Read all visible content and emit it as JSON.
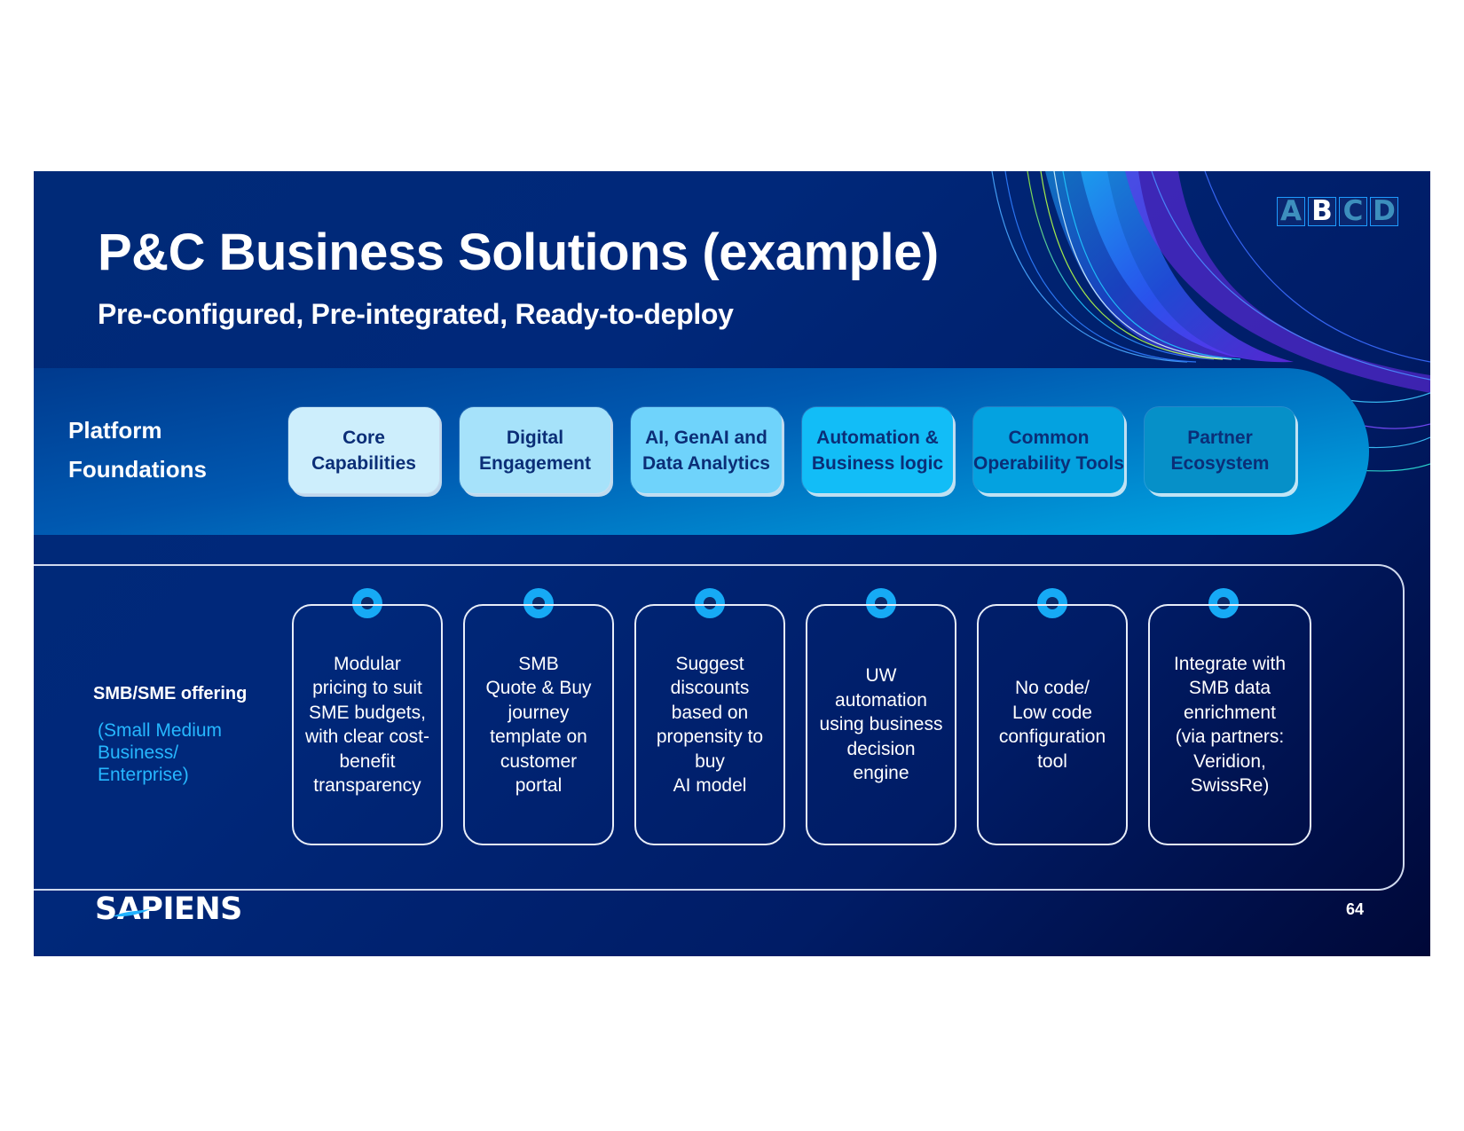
{
  "slide": {
    "title": "P&C Business Solutions (example)",
    "subtitle": "Pre-configured, Pre-integrated, Ready-to-deploy",
    "logo_letters": [
      "A",
      "B",
      "C",
      "D"
    ],
    "logo_highlight_index": 1,
    "page_number": "64",
    "brand": "SAPIENS"
  },
  "platform": {
    "label_line1": "Platform",
    "label_line2": "Foundations",
    "pills": [
      {
        "line1": "Core",
        "line2": "Capabilities",
        "bg": "#cdeefc"
      },
      {
        "line1": "Digital",
        "line2": "Engagement",
        "bg": "#a6e2fa"
      },
      {
        "line1": "AI, GenAI and",
        "line2": "Data Analytics",
        "bg": "#6fd3fb"
      },
      {
        "line1": "Automation &",
        "line2": "Business logic",
        "bg": "#12bdf7"
      },
      {
        "line1": "Common",
        "line2": "Operability Tools",
        "bg": "#04a2e0"
      },
      {
        "line1": "Partner",
        "line2": "Ecosystem",
        "bg": "#0690c8"
      }
    ]
  },
  "offering": {
    "title": "SMB/SME offering",
    "subtitle_lines": [
      "(Small Medium",
      "Business/",
      "Enterprise)"
    ],
    "cards": [
      {
        "lines": [
          "Modular",
          "pricing to suit",
          "SME budgets,",
          "with clear cost-",
          "benefit",
          "transparency"
        ]
      },
      {
        "lines": [
          "SMB",
          "Quote & Buy",
          "journey",
          "template on",
          "customer",
          "portal"
        ]
      },
      {
        "lines": [
          "Suggest",
          "discounts",
          "based on",
          "propensity to",
          "buy",
          "AI model"
        ]
      },
      {
        "lines": [
          "UW",
          "automation",
          "using business",
          "decision",
          "engine"
        ]
      },
      {
        "lines": [
          "No code/",
          "Low code",
          "configuration",
          "tool"
        ]
      },
      {
        "lines": [
          "Integrate with",
          "SMB data",
          "enrichment",
          "(via partners:",
          "Veridion,",
          "SwissRe)"
        ]
      }
    ]
  },
  "colors": {
    "slide_bg": "#00287a",
    "accent_cyan": "#16aaf5",
    "pill_text": "#0b2e77",
    "subtitle_blue": "#26b7ff"
  }
}
